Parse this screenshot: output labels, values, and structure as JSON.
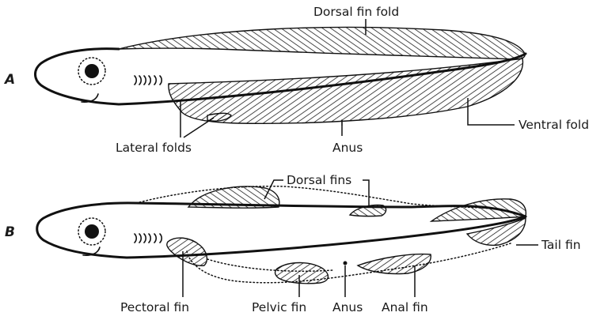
{
  "figure": {
    "panel_a": {
      "panel_label": "A",
      "labels": {
        "dorsal_fin_fold": "Dorsal fin fold",
        "ventral_fold": "Ventral fold",
        "lateral_folds": "Lateral folds",
        "anus": "Anus"
      }
    },
    "panel_b": {
      "panel_label": "B",
      "labels": {
        "dorsal_fins": "Dorsal fins",
        "tail_fin": "Tail fin",
        "pectoral_fin": "Pectoral fin",
        "pelvic_fin": "Pelvic fin",
        "anus": "Anus",
        "anal_fin": "Anal fin"
      }
    },
    "colors": {
      "ink": "#111111",
      "background": "#ffffff"
    }
  }
}
